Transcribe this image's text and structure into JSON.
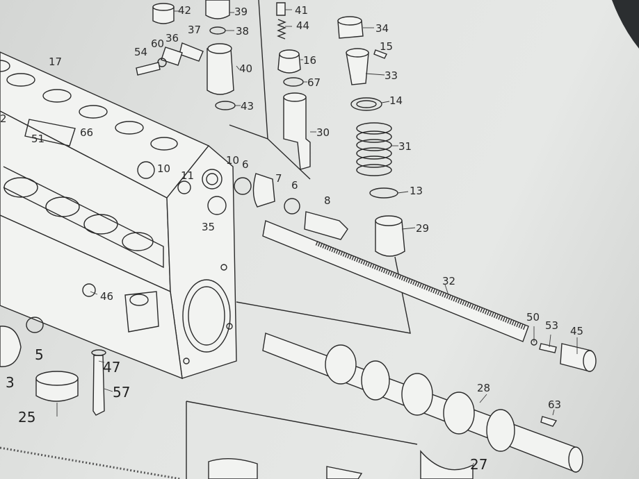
{
  "diagram": {
    "part_labels": [
      {
        "id": "p42",
        "text": "42"
      },
      {
        "id": "p39",
        "text": "39"
      },
      {
        "id": "p38",
        "text": "38"
      },
      {
        "id": "p41",
        "text": "41"
      },
      {
        "id": "p44",
        "text": "44"
      },
      {
        "id": "p34",
        "text": "34"
      },
      {
        "id": "p37",
        "text": "37"
      },
      {
        "id": "p36",
        "text": "36"
      },
      {
        "id": "p60",
        "text": "60"
      },
      {
        "id": "p54",
        "text": "54"
      },
      {
        "id": "p40",
        "text": "40"
      },
      {
        "id": "p16",
        "text": "16"
      },
      {
        "id": "p15",
        "text": "15"
      },
      {
        "id": "p33",
        "text": "33"
      },
      {
        "id": "p17",
        "text": "17"
      },
      {
        "id": "p67",
        "text": "67"
      },
      {
        "id": "p43",
        "text": "43"
      },
      {
        "id": "p14",
        "text": "14"
      },
      {
        "id": "p30",
        "text": "30"
      },
      {
        "id": "p31",
        "text": "31"
      },
      {
        "id": "p66",
        "text": "66"
      },
      {
        "id": "p51",
        "text": "51"
      },
      {
        "id": "p2",
        "text": "2"
      },
      {
        "id": "p10a",
        "text": "10"
      },
      {
        "id": "p11",
        "text": "11"
      },
      {
        "id": "p10b",
        "text": "10"
      },
      {
        "id": "p6a",
        "text": "6"
      },
      {
        "id": "p7",
        "text": "7"
      },
      {
        "id": "p6b",
        "text": "6"
      },
      {
        "id": "p13",
        "text": "13"
      },
      {
        "id": "p8",
        "text": "8"
      },
      {
        "id": "p35",
        "text": "35"
      },
      {
        "id": "p29",
        "text": "29"
      },
      {
        "id": "p32",
        "text": "32"
      },
      {
        "id": "p46",
        "text": "46"
      },
      {
        "id": "p50",
        "text": "50"
      },
      {
        "id": "p53",
        "text": "53"
      },
      {
        "id": "p45",
        "text": "45"
      },
      {
        "id": "p5",
        "text": "5"
      },
      {
        "id": "p47",
        "text": "47"
      },
      {
        "id": "p3",
        "text": "3"
      },
      {
        "id": "p57",
        "text": "57"
      },
      {
        "id": "p28",
        "text": "28"
      },
      {
        "id": "p25",
        "text": "25"
      },
      {
        "id": "p63",
        "text": "63"
      },
      {
        "id": "p27",
        "text": "27"
      }
    ]
  }
}
